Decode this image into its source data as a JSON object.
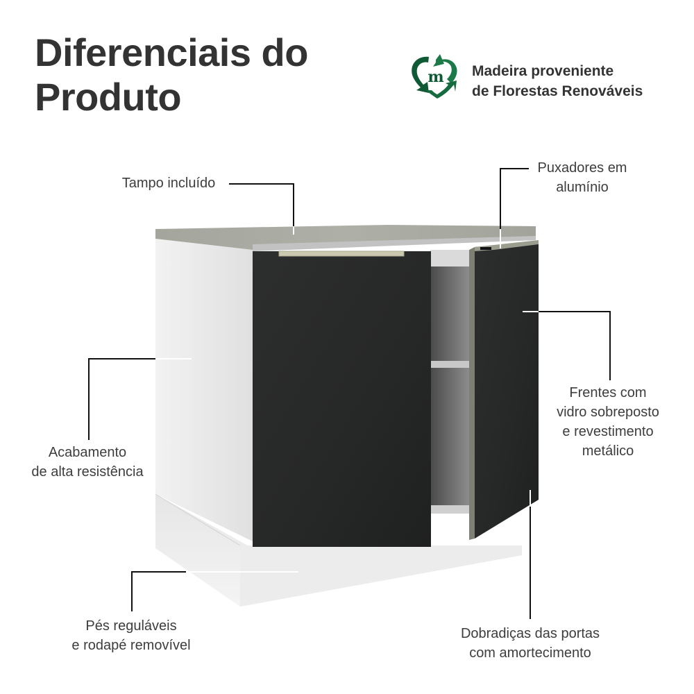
{
  "header": {
    "title_line1": "Diferenciais do",
    "title_line2": "Produto"
  },
  "badge": {
    "icon": "recycle-heart-m-icon",
    "line1": "Madeira proveniente",
    "line2": "de Florestas Renováveis",
    "color_dark": "#0f5a34",
    "color_light": "#1c7a48"
  },
  "product": {
    "name": "cabinet-2-doors",
    "colors": {
      "top": "#a9aba2",
      "body": "#e2e2e2",
      "door": "#2a2b2b",
      "handle": "#c9c8ad",
      "edge": "#7d7f72"
    }
  },
  "callouts": [
    {
      "id": "tampo",
      "line1": "Tampo incluído"
    },
    {
      "id": "puxadores",
      "line1": "Puxadores em",
      "line2": "alumínio"
    },
    {
      "id": "acabamento",
      "line1": "Acabamento",
      "line2": "de alta resistência"
    },
    {
      "id": "frentes",
      "line1": "Frentes com",
      "line2": "vidro sobreposto",
      "line3": "e revestimento",
      "line4": "metálico"
    },
    {
      "id": "pes",
      "line1": "Pés reguláveis",
      "line2": "e rodapé removível"
    },
    {
      "id": "dobradicas",
      "line1": "Dobradiças das portas",
      "line2": "com amortecimento"
    }
  ]
}
